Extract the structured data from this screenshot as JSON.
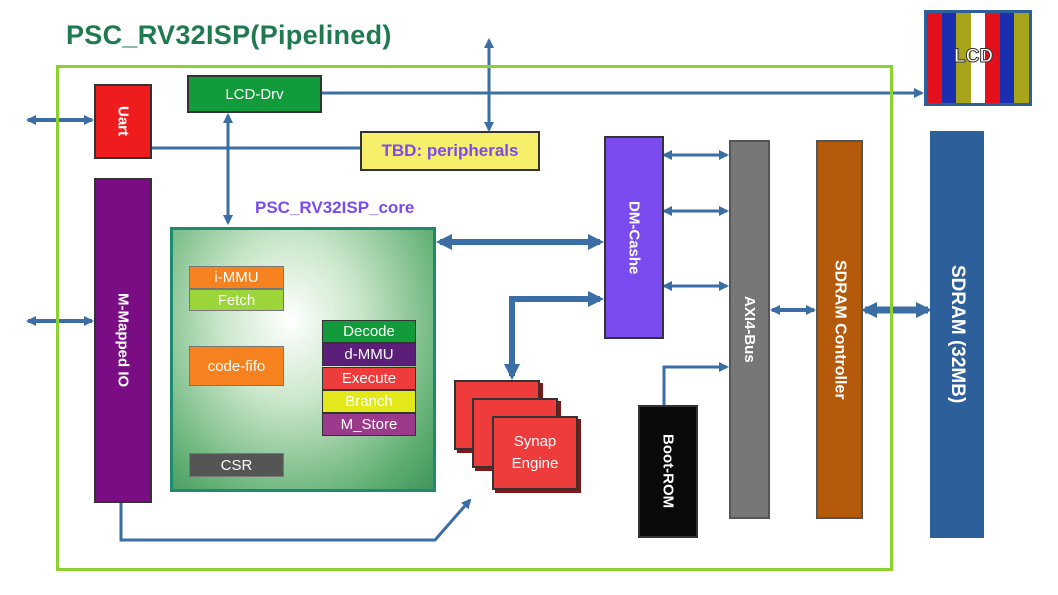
{
  "diagram": {
    "title": "PSC_RV32ISP(Pipelined)",
    "core_title": "PSC_RV32ISP_core",
    "blocks": {
      "uart": "Uart",
      "lcd_drv": "LCD-Drv",
      "tbd": "TBD: peripherals",
      "mmio": "M-Mapped IO",
      "immu": "i-MMU",
      "fetch": "Fetch",
      "code_fifo": "code-fifo",
      "decode": "Decode",
      "dmmu": "d-MMU",
      "execute": "Execute",
      "branch": "Branch",
      "mstore": "M_Store",
      "csr": "CSR",
      "dm_cache": "DM-Cashe",
      "synap_engine": "Synap Engine",
      "boot_rom": "Boot-ROM",
      "axi4_bus": "AXI4-Bus",
      "sdram_controller": "SDRAM Controller",
      "sdram": "SDRAM (32MB)",
      "lcd": "LCD"
    },
    "colors": {
      "outer_border": "#8bd12f",
      "uart": "#ee1c1c",
      "lcd_drv": "#129b3a",
      "tbd": "#f7ef6a",
      "mmio": "#7a0d84",
      "core_border": "#1f8a6e",
      "immu": "#f5821f",
      "fetch": "#9bd53a",
      "code_fifo": "#f5821f",
      "decode": "#129b3a",
      "dmmu": "#5b1f7a",
      "execute": "#ee3b3b",
      "branch": "#e3e81a",
      "mstore": "#9b3a8a",
      "csr": "#555555",
      "dm_cache": "#7a4cf0",
      "synap": "#ee3b3b",
      "boot_rom": "#0a0a0a",
      "axi4": "#777777",
      "sdram_ctrl": "#b5590a",
      "sdram": "#2d5f9a",
      "arrow": "#3b6ea5",
      "lcd_stripes": [
        "#e3101c",
        "#1a2fb0",
        "#a9a51a",
        "#ffffff",
        "#e3101c",
        "#1a2fb0",
        "#a9a51a"
      ]
    }
  }
}
